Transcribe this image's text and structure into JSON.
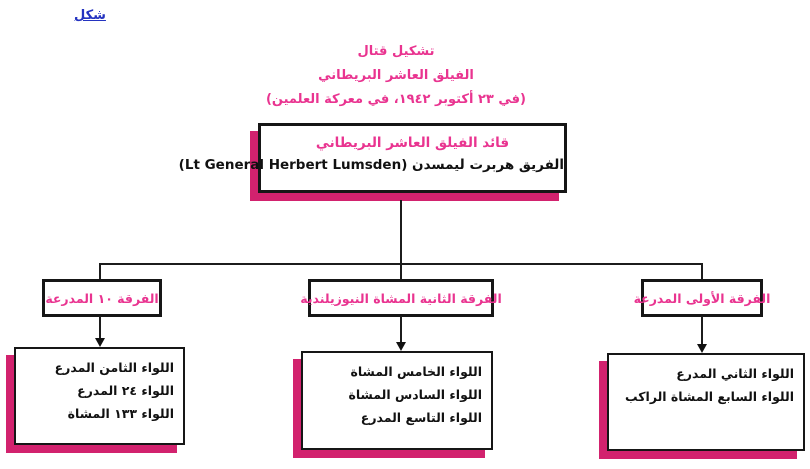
{
  "figure_label": "شكل",
  "heading": {
    "line1": "تشكيل قتال",
    "line2": "الفيلق العاشر البريطاني",
    "line3": "(في ٢٣ أكتوبر ١٩٤٢، في معركة العلمين)"
  },
  "commander_box": {
    "title": "قائد الفيلق العاشر البريطاني",
    "name": "الفريق هربرت ليمسدن (Lt General Herbert Lumsden)"
  },
  "divisions": [
    {
      "label": "الفرقة ١٠ المدرعة",
      "brigades": [
        "اللواء الثامن المدرع",
        "اللواء ٢٤ المدرع",
        "اللواء ١٣٣ المشاة"
      ]
    },
    {
      "label": "الفرقة الثانية المشاة النيوزيلندية",
      "brigades": [
        "اللواء الخامس المشاة",
        "اللواء السادس المشاة",
        "اللواء التاسع المدرع"
      ]
    },
    {
      "label": "الفرقة الأولى المدرعة",
      "brigades": [
        "اللواء الثاني المدرع",
        "اللواء السابع المشاة الراكب"
      ]
    }
  ],
  "colors": {
    "accent_pink": "#e93490",
    "shadow_pink": "#d2226e",
    "link_blue": "#2433c0",
    "line_black": "#1c1c1c"
  }
}
